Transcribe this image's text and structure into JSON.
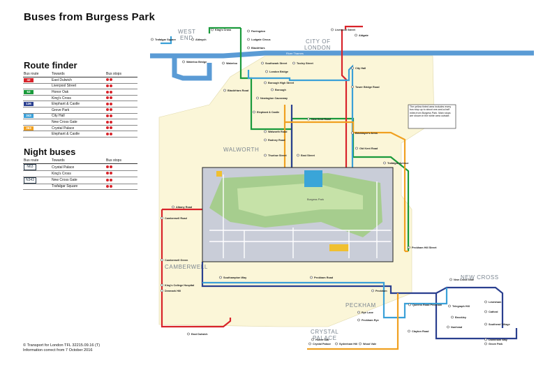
{
  "title": "Buses from Burgess Park",
  "route_finder": {
    "heading": "Route finder",
    "col_route": "Bus route",
    "col_towards": "Towards",
    "col_stops": "Bus stops",
    "rows": [
      {
        "route": "42",
        "towards": "East Dulwich",
        "color": "#d8232a"
      },
      {
        "route": "",
        "towards": "Liverpool Street",
        "color": ""
      },
      {
        "route": "63",
        "towards": "Honor Oak",
        "color": "#1a9a3b"
      },
      {
        "route": "",
        "towards": "King's Cross",
        "color": ""
      },
      {
        "route": "136",
        "towards": "Elephant & Castle",
        "color": "#2a3f8f"
      },
      {
        "route": "",
        "towards": "Grove Park",
        "color": ""
      },
      {
        "route": "343",
        "towards": "City Hall",
        "color": "#3aa0d8"
      },
      {
        "route": "",
        "towards": "New Cross Gate",
        "color": ""
      },
      {
        "route": "363",
        "towards": "Crystal Palace",
        "color": "#f0a020"
      },
      {
        "route": "",
        "towards": "Elephant & Castle",
        "color": ""
      }
    ]
  },
  "night_buses": {
    "heading": "Night buses",
    "col_route": "Bus route",
    "col_towards": "Towards",
    "col_stops": "Bus stops",
    "rows": [
      {
        "route": "N63",
        "towards": "Crystal Palace"
      },
      {
        "route": "",
        "towards": "King's Cross"
      },
      {
        "route": "N343",
        "towards": "New Cross Gate"
      },
      {
        "route": "",
        "towards": "Trafalgar Square"
      }
    ]
  },
  "copyright": {
    "line1": "© Transport for London TFL 32215.09.16 (T)",
    "line2": "Information correct from 7 October 2016"
  },
  "note": "The yellow tinted area includes every bus stop up to about one-and-a-half miles from Burgess Park. Main stops are shown in the white area outside.",
  "areas": {
    "west_end": "WEST END",
    "city": "CITY OF LONDON",
    "walworth": "WALWORTH",
    "camberwell": "CAMBERWELL",
    "peckham": "PECKHAM",
    "new_cross": "NEW CROSS",
    "crystal_palace": "CRYSTAL PALACE",
    "river": "River Thames",
    "park": "Burgess Park"
  },
  "stops": {
    "s1": "Farringdon",
    "s2": "Ludgate Circus",
    "s3": "Blackfriars",
    "s4": "King's Cross",
    "s5": "Aldwych",
    "s6": "Trafalgar Square",
    "s7": "Waterloo Bridge",
    "s8": "Waterloo",
    "s9": "Blackfriars Road",
    "s10": "Southwark Street",
    "s11": "London Bridge",
    "s12": "Tooley Street",
    "s13": "Tower Bridge Road",
    "s14": "City Hall",
    "s15": "Liverpool Street",
    "s16": "Aldgate",
    "s17": "Borough High Street",
    "s18": "Borough",
    "s19": "Newington Causeway",
    "s20": "Elephant & Castle",
    "s21": "New Kent Road",
    "s22": "Bricklayer's Arms",
    "s23": "Walworth Road",
    "s24": "Rodney Road",
    "s25": "East Street",
    "s26": "Thurlow Street",
    "s27": "Old Kent Road",
    "s28": "Trafalgar Avenue",
    "s29": "Albany Road",
    "s30": "Camberwell Road",
    "s31": "Camberwell Green",
    "s32": "Denmark Hill",
    "s33": "King's College Hospital",
    "s34": "East Dulwich",
    "s35": "Southampton Way",
    "s36": "Peckham Road",
    "s37": "Peckham",
    "s38": "Rye Lane",
    "s39": "Peckham Rye",
    "s40": "Peckham Hill Street",
    "s41": "Queens Road Peckham",
    "s42": "Clayton Road",
    "s43": "Honor Oak",
    "s44": "Crystal Palace",
    "s45": "Sydenham Hill",
    "s46": "Wood Vale",
    "s47": "New Cross Gate",
    "s48": "Lewisham",
    "s49": "Catford",
    "s50": "Grove Park",
    "s51": "Telegraph Hill",
    "s52": "Brockley",
    "s53": "Nunhead",
    "s54": "Downham Way",
    "s55": "Southend Village"
  },
  "route_colors": {
    "r42": "#d8232a",
    "r63": "#1a9a3b",
    "r136": "#2a3f8f",
    "r343": "#3aa0d8",
    "r363": "#f0a020",
    "thames": "#5a9bd5",
    "area": "#fbf6d8",
    "park_green": "#9dc38c"
  }
}
